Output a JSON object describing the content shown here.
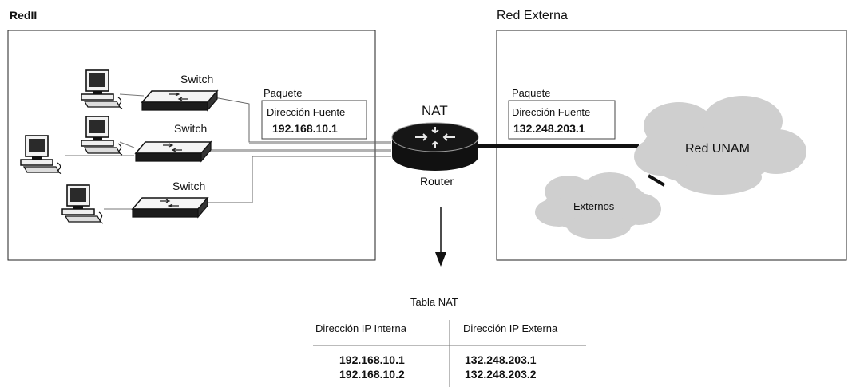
{
  "left_network": {
    "title": "RedII"
  },
  "right_network": {
    "title": "Red Externa"
  },
  "switches": [
    {
      "label": "Switch"
    },
    {
      "label": "Switch"
    },
    {
      "label": "Switch"
    }
  ],
  "packet_internal": {
    "title": "Paquete",
    "field_label": "Dirección Fuente",
    "address": "192.168.10.1"
  },
  "packet_external": {
    "title": "Paquete",
    "field_label": "Dirección Fuente",
    "address": "132.248.203.1"
  },
  "router": {
    "nat_label": "NAT",
    "label": "Router"
  },
  "clouds": {
    "main": "Red UNAM",
    "secondary": "Externos"
  },
  "nat_table": {
    "title": "Tabla NAT",
    "headers": [
      "Dirección IP Interna",
      "Dirección IP Externa"
    ],
    "rows": [
      [
        "192.168.10.1",
        "132.248.203.1"
      ],
      [
        "192.168.10.2",
        "132.248.203.2"
      ]
    ]
  }
}
